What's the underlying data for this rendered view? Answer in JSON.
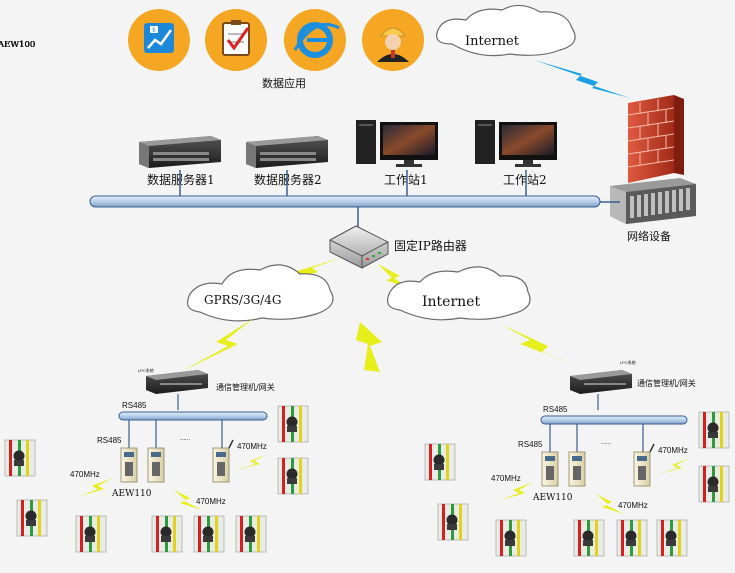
{
  "apps": {
    "label": "数据应用",
    "icons": [
      {
        "name": "finance-chart-icon"
      },
      {
        "name": "checklist-icon"
      },
      {
        "name": "browser-icon"
      },
      {
        "name": "operator-icon"
      }
    ]
  },
  "clouds": {
    "top": "Internet",
    "left": "GPRS/3G/4G",
    "right": "Internet"
  },
  "servers": [
    {
      "id": "db1",
      "label": "数据服务器1"
    },
    {
      "id": "db2",
      "label": "数据服务器2"
    },
    {
      "id": "ws1",
      "label": "工作站1"
    },
    {
      "id": "ws2",
      "label": "工作站2"
    }
  ],
  "network_device": {
    "label": "网络设备"
  },
  "router": {
    "label": "固定IP路由器"
  },
  "gateways": {
    "label": "通信管理机/网关",
    "small_tag": "LPC系统"
  },
  "bus": {
    "rs485": "RS485",
    "dots": "......"
  },
  "radio": {
    "freq": "470MHz"
  },
  "devices": {
    "meter": "AEW100",
    "concentrator": "AEW110"
  },
  "colors": {
    "app_circle": "#f5a623",
    "bus_fill": "#bcd3ec",
    "bus_stroke": "#3a5f8f",
    "lightning": "#e6ee1c",
    "firewall": "#c0392b"
  }
}
